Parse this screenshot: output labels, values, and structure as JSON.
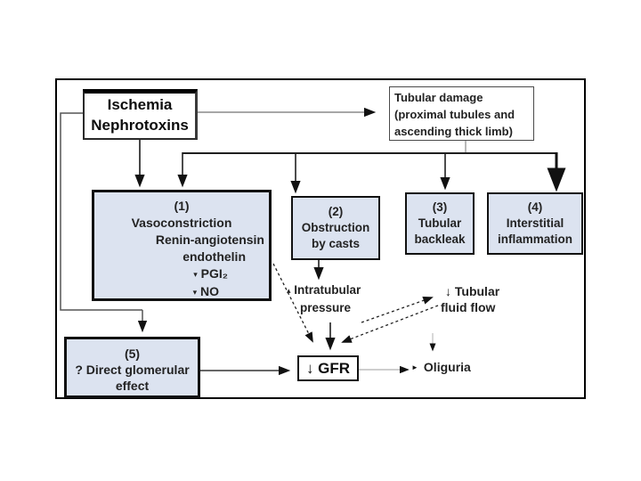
{
  "diagram": {
    "ischemia": {
      "line1": "Ischemia",
      "line2": "Nephrotoxins"
    },
    "tubular_damage": {
      "line1": "Tubular damage",
      "line2": "(proximal tubules and",
      "line3": "ascending thick limb)"
    },
    "box1": {
      "num": "(1)",
      "title": "Vasoconstriction",
      "item1": "Renin-angiotensin",
      "item2": "endothelin",
      "item3_marker": "▾",
      "item3": "PGI₂",
      "item4_marker": "▾",
      "item4": "NO"
    },
    "box2": {
      "num": "(2)",
      "line1": "Obstruction",
      "line2": "by casts"
    },
    "box3": {
      "num": "(3)",
      "line1": "Tubular",
      "line2": "backleak"
    },
    "box4": {
      "num": "(4)",
      "line1": "Interstitial",
      "line2": "inflammation"
    },
    "box5": {
      "num": "(5)",
      "line1": "? Direct glomerular",
      "line2": "effect"
    },
    "intratubular_pressure": {
      "marker": "▴",
      "line1": "Intratubular",
      "line2": "pressure"
    },
    "tubular_fluid_flow": {
      "marker": "↓",
      "line1": "Tubular",
      "line2": "fluid flow"
    },
    "gfr": {
      "label": "↓ GFR"
    },
    "oliguria": {
      "marker": "►",
      "label": "Oliguria"
    }
  },
  "colors": {
    "page_bg": "#ffffff",
    "box_fill": "#dce3f0",
    "box_border": "#111111",
    "line": "#222222",
    "faint_line": "#9a9a9a",
    "frame": "#000000"
  }
}
